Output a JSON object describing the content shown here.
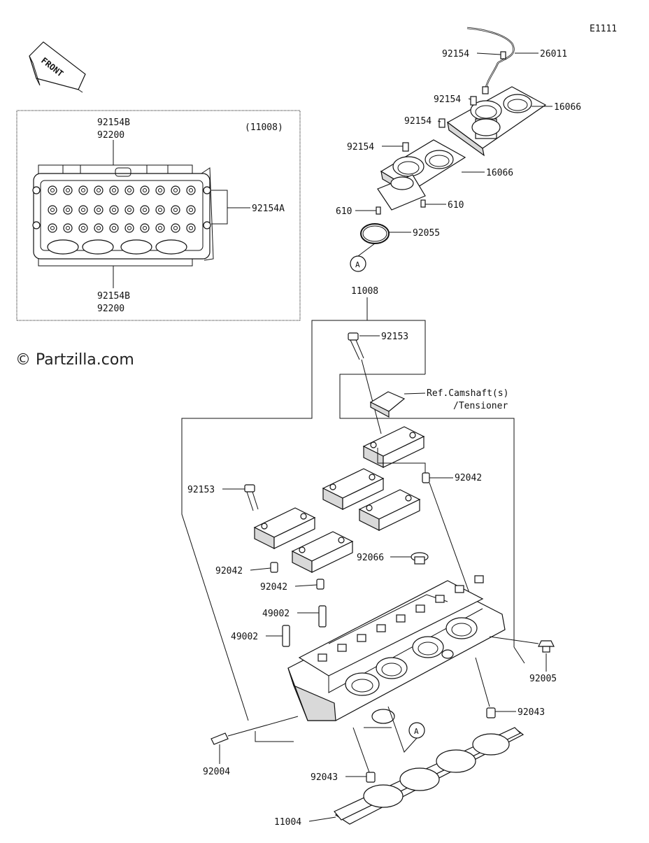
{
  "diagram_code": "E1111",
  "front_arrow_text": "FRONT",
  "watermark": "© Partzilla.com",
  "inset": {
    "assembly_ref": "(11008)",
    "top_label_1": "92154B",
    "top_label_2": "92200",
    "bottom_label_1": "92154B",
    "bottom_label_2": "92200",
    "side_label": "92154A"
  },
  "callouts": {
    "hose_bolt": "92154",
    "hose": "26011",
    "stud_1": "92154",
    "stud_2": "92154",
    "stud_3": "92154",
    "throttle_body_upper": "16066",
    "throttle_body_lower": "16066",
    "pin_left": "610",
    "pin_right": "610",
    "o_ring": "92055",
    "ref_a_top": "A",
    "assembly": "11008",
    "bolt_top": "92153",
    "ref_camshaft_1": "Ref.Camshaft(s)",
    "ref_camshaft_2": "/Tensioner",
    "dowel_cap_right": "92042",
    "bolt_left": "92153",
    "dowel_left": "92042",
    "dowel_mid": "92042",
    "plug": "92066",
    "guide_1": "49002",
    "guide_2": "49002",
    "fitting": "92005",
    "dowel_lower_right": "92043",
    "stud_front": "92004",
    "ref_a_bottom": "A",
    "dowel_lower_left": "92043",
    "gasket": "11004"
  }
}
